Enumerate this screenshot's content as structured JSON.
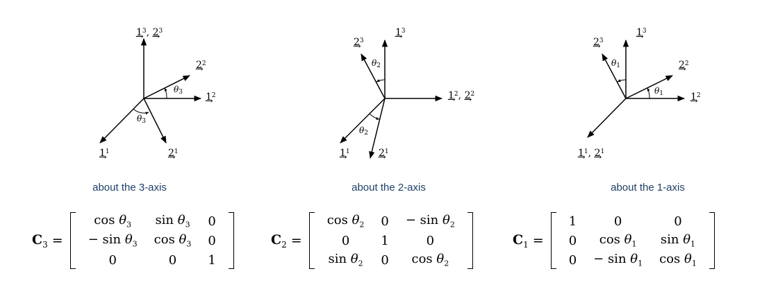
{
  "panels": [
    {
      "caption": "about the 3-axis",
      "labels": {
        "top": {
          "a": "1",
          "a_sup": "3",
          "sep": ",",
          "b": "2",
          "b_sup": "3"
        },
        "right_upper": {
          "a": "2",
          "a_sup": "2"
        },
        "right": {
          "a": "1",
          "a_sup": "2"
        },
        "bottom_left": {
          "a": "1",
          "a_sup": "1"
        },
        "bottom_right": {
          "a": "2",
          "a_sup": "1"
        }
      },
      "angles": [
        {
          "sym": "θ",
          "sub": "3"
        },
        {
          "sym": "θ",
          "sub": "3"
        }
      ]
    },
    {
      "caption": "about the 2-axis",
      "labels": {
        "upper_left": {
          "a": "2",
          "a_sup": "3"
        },
        "top": {
          "a": "1",
          "a_sup": "3"
        },
        "right": {
          "a": "1",
          "a_sup": "2",
          "sep": ",",
          "b": "2",
          "b_sup": "2"
        },
        "bottom_left": {
          "a": "1",
          "a_sup": "1"
        },
        "bottom_right": {
          "a": "2",
          "a_sup": "1"
        }
      },
      "angles": [
        {
          "sym": "θ",
          "sub": "2"
        },
        {
          "sym": "θ",
          "sub": "2"
        }
      ]
    },
    {
      "caption": "about the 1-axis",
      "labels": {
        "upper_left": {
          "a": "2",
          "a_sup": "3"
        },
        "top": {
          "a": "1",
          "a_sup": "3"
        },
        "right_upper": {
          "a": "2",
          "a_sup": "2"
        },
        "right": {
          "a": "1",
          "a_sup": "2"
        },
        "bottom_left": {
          "a": "1",
          "a_sup": "1",
          "sep": ",",
          "b": "2",
          "b_sup": "1"
        }
      },
      "angles": [
        {
          "sym": "θ",
          "sub": "1"
        },
        {
          "sym": "θ",
          "sub": "1"
        }
      ]
    }
  ],
  "equations": [
    {
      "name": "C",
      "sub": "3",
      "eq": "=",
      "rows": [
        [
          "cos θ3",
          "sin θ3",
          "0"
        ],
        [
          "− sin θ3",
          "cos θ3",
          "0"
        ],
        [
          "0",
          "0",
          "1"
        ]
      ]
    },
    {
      "name": "C",
      "sub": "2",
      "eq": "=",
      "rows": [
        [
          "cos θ2",
          "0",
          "− sin θ2"
        ],
        [
          "0",
          "1",
          "0"
        ],
        [
          "sin θ2",
          "0",
          "cos θ2"
        ]
      ]
    },
    {
      "name": "C",
      "sub": "1",
      "eq": "=",
      "rows": [
        [
          "1",
          "0",
          "0"
        ],
        [
          "0",
          "cos θ1",
          "sin θ1"
        ],
        [
          "0",
          "− sin θ1",
          "cos θ1"
        ]
      ]
    }
  ]
}
